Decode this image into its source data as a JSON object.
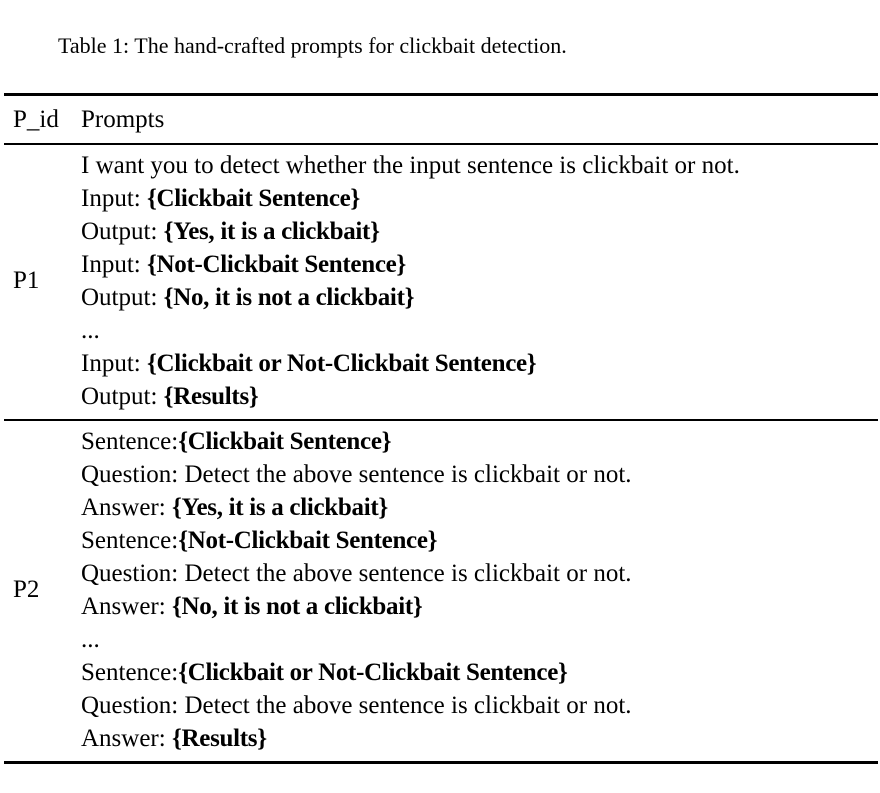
{
  "caption": "Table 1: The hand-crafted prompts for clickbait detection.",
  "header": {
    "id": "P_id",
    "prompts": "Prompts"
  },
  "rows": [
    {
      "id": "P1",
      "lines": [
        {
          "plain": "I want you to detect whether the input sentence is clickbait or not.",
          "bold": ""
        },
        {
          "plain": "Input: ",
          "bold": "{Clickbait Sentence}"
        },
        {
          "plain": "Output: ",
          "bold": "{Yes, it is a clickbait}"
        },
        {
          "plain": "Input: ",
          "bold": "{Not-Clickbait Sentence}"
        },
        {
          "plain": "Output: ",
          "bold": "{No, it is not a clickbait}"
        },
        {
          "plain": "...",
          "bold": ""
        },
        {
          "plain": "Input: ",
          "bold": "{Clickbait or Not-Clickbait Sentence}"
        },
        {
          "plain": "Output: ",
          "bold": "{Results}"
        }
      ]
    },
    {
      "id": "P2",
      "lines": [
        {
          "plain": "Sentence:",
          "bold": "{Clickbait Sentence}"
        },
        {
          "plain": "Question: Detect the above sentence is clickbait or not.",
          "bold": ""
        },
        {
          "plain": "Answer: ",
          "bold": "{Yes, it is a clickbait}"
        },
        {
          "plain": "Sentence:",
          "bold": "{Not-Clickbait Sentence}"
        },
        {
          "plain": "Question: Detect the above sentence is clickbait or not.",
          "bold": ""
        },
        {
          "plain": "Answer: ",
          "bold": "{No, it is not a clickbait}"
        },
        {
          "plain": "...",
          "bold": ""
        },
        {
          "plain": "Sentence:",
          "bold": "{Clickbait or Not-Clickbait Sentence}"
        },
        {
          "plain": "Question: Detect the above sentence is clickbait or not.",
          "bold": ""
        },
        {
          "plain": "Answer: ",
          "bold": "{Results}"
        }
      ]
    }
  ]
}
